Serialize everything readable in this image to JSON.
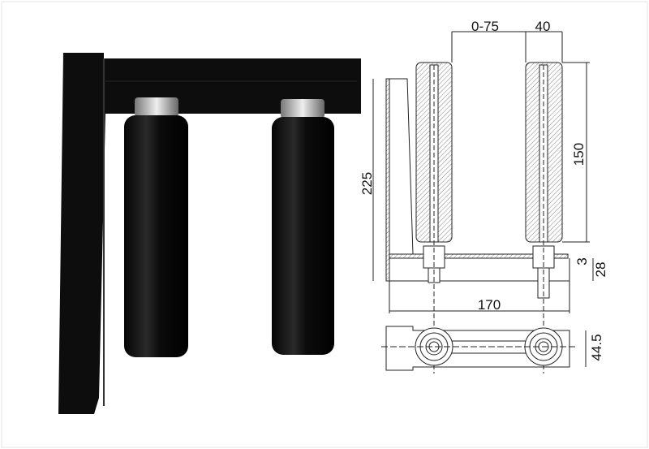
{
  "drawing": {
    "dimensions": {
      "roller_gap": "0-75",
      "roller_diameter": "40",
      "roller_height": "150",
      "total_height": "225",
      "plate_thickness": "3",
      "base_height": "28",
      "base_length": "170",
      "base_width": "44.5"
    }
  },
  "colors": {
    "bracket": "#0d0d0d",
    "roller": "#111111",
    "line": "#222222"
  }
}
